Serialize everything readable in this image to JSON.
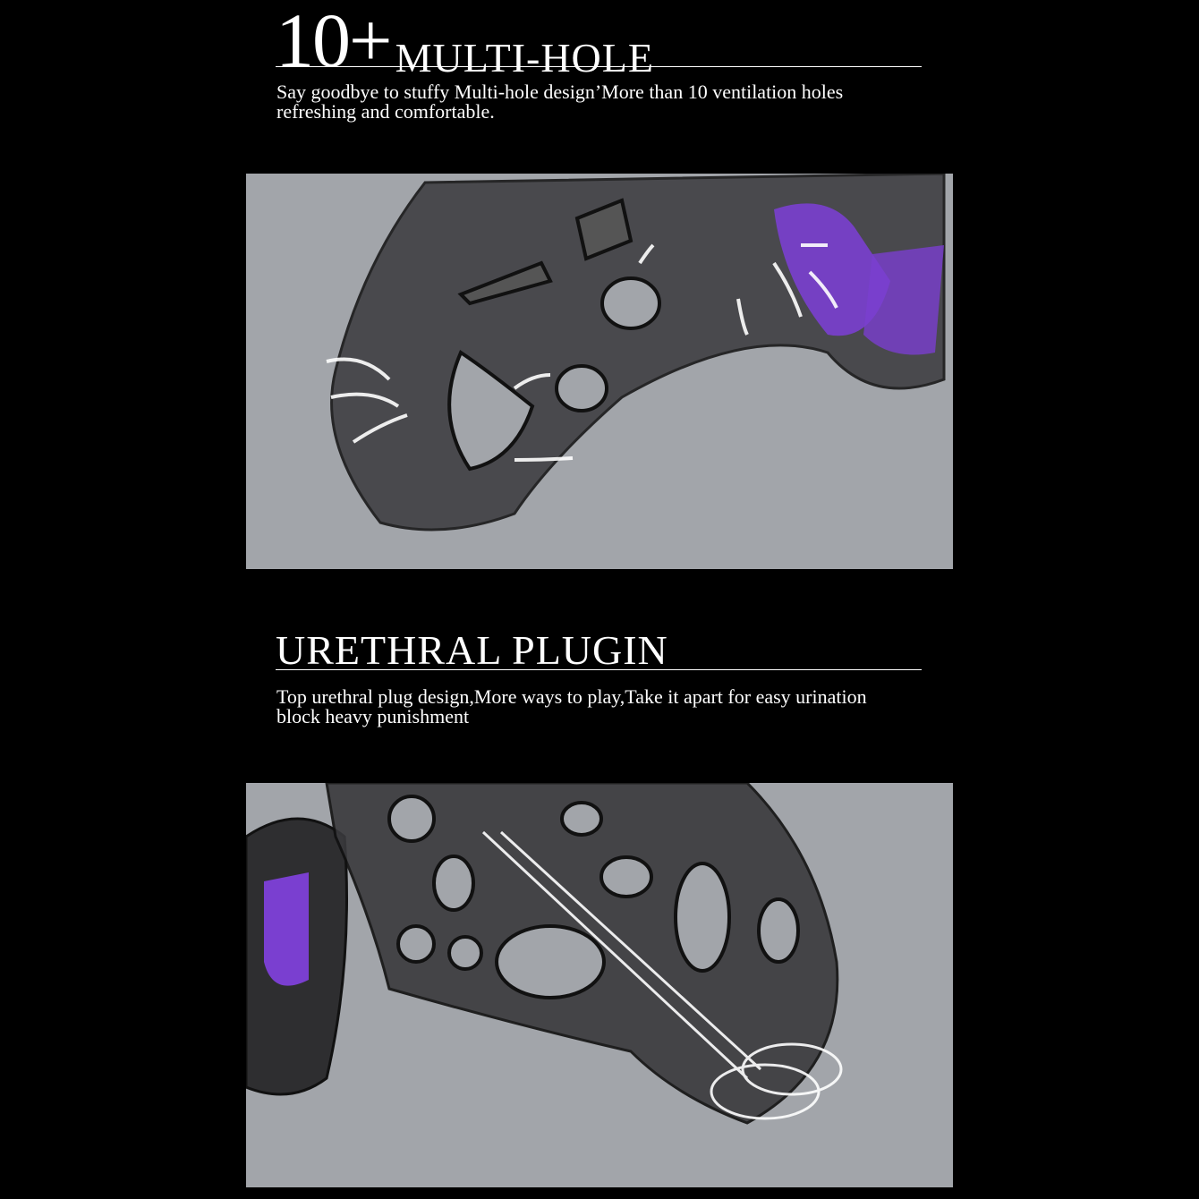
{
  "section1": {
    "number": "10+",
    "title": "MULTI-HOLE",
    "description_line1": "Say goodbye to stuffy  Multi-hole design’More than 10 ventilation holes",
    "description_line2": "refreshing and comfortable."
  },
  "section2": {
    "title": "URETHRAL PLUGIN",
    "description_line1": "Top urethral plug design,More ways to play,Take it apart for easy urination",
    "description_line2": "block heavy punishment"
  },
  "colors": {
    "background": "#000000",
    "panel": "#a2a5aa",
    "accent": "#7a3fd0"
  }
}
